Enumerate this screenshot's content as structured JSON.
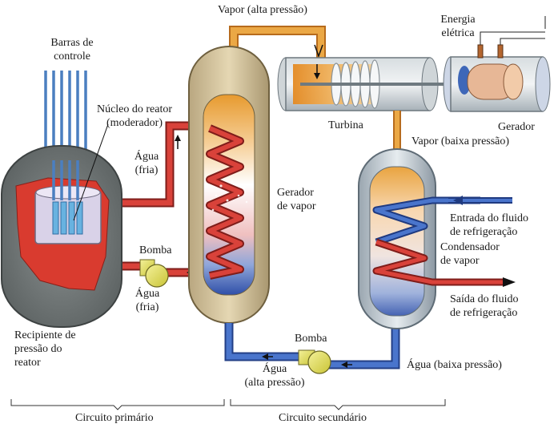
{
  "labels": {
    "vapor_alta": "Vapor (alta pressão)",
    "energia_line1": "Energia",
    "energia_line2": "elétrica",
    "barras_line1": "Barras de",
    "barras_line2": "controle",
    "nucleo_line1": "Núcleo do reator",
    "nucleo_line2": "(moderador)",
    "agua_fria_top_line1": "Água",
    "agua_fria_top_line2": "(fria)",
    "turbina": "Turbina",
    "gerador": "Gerador",
    "vapor_baixa": "Vapor (baixa pressão)",
    "gerador_vapor_line1": "Gerador",
    "gerador_vapor_line2": "de vapor",
    "entrada_line1": "Entrada do fluido",
    "entrada_line2": "de refrigeração",
    "condensador_line1": "Condensador",
    "condensador_line2": "de vapor",
    "bomba_left": "Bomba",
    "agua_fria_bottom_line1": "Água",
    "agua_fria_bottom_line2": "(fria)",
    "saida_line1": "Saída do fluido",
    "saida_line2": "de refrigeração",
    "recipiente_line1": "Recipiente de",
    "recipiente_line2": "pressão do",
    "recipiente_line3": "reator",
    "bomba_bottom": "Bomba",
    "agua_alta_line1": "Água",
    "agua_alta_line2": "(alta pressão)",
    "agua_baixa": "Água (baixa pressão)",
    "circuito_primario": "Circuito primário",
    "circuito_secundario": "Circuito secundário"
  },
  "colors": {
    "hot_water": "#c8302a",
    "cold_water": "#3d63b6",
    "steam_pipe": "#e8a33a",
    "vessel_shell": "#7d8383",
    "pump": "#e4e05a"
  }
}
